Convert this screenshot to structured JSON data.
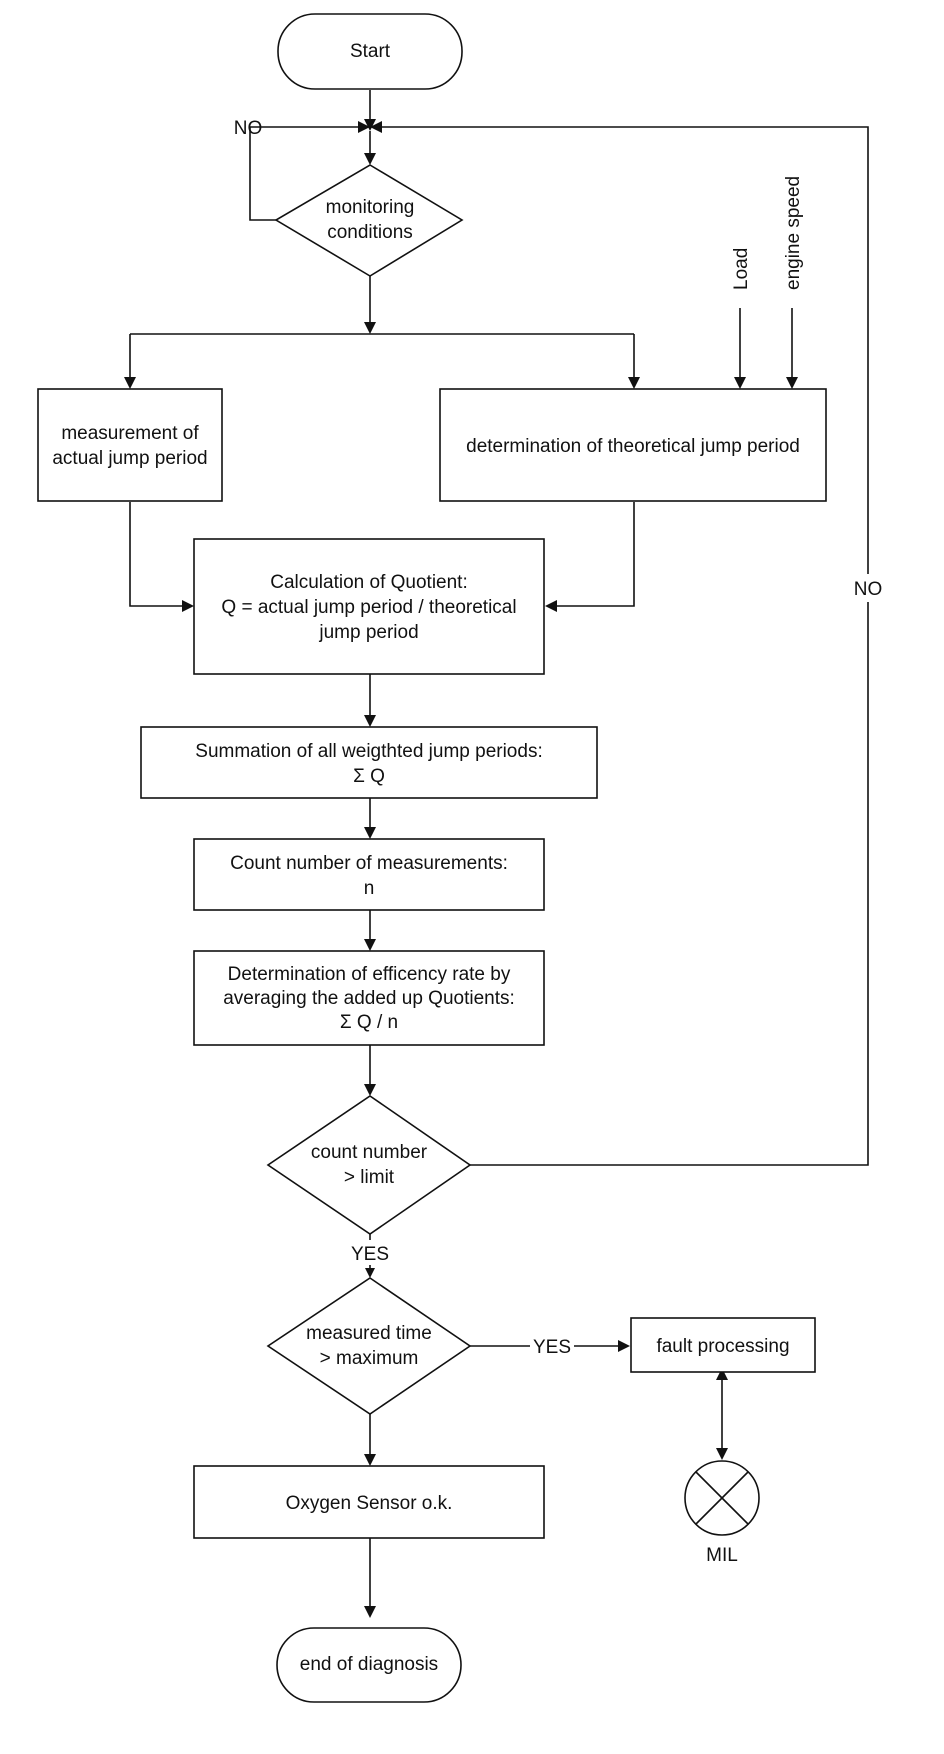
{
  "nodes": {
    "start": "Start",
    "monitoring": [
      "monitoring",
      "conditions"
    ],
    "measurement": [
      "measurement of",
      "actual jump period"
    ],
    "determination_theoretical": "determination of theoretical jump period",
    "calculation": [
      "Calculation of Quotient:",
      "Q = actual jump period / theoretical",
      "jump period"
    ],
    "summation": [
      "Summation of all weigthted jump periods:",
      "Σ Q"
    ],
    "count": [
      "Count number of measurements:",
      "n"
    ],
    "efficiency": [
      "Determination of efficency rate by",
      "averaging the added up Quotients:",
      "Σ Q / n"
    ],
    "count_limit": [
      "count number",
      "> limit"
    ],
    "measured_time": [
      "measured time",
      "> maximum"
    ],
    "fault": "fault processing",
    "oxygen_ok": "Oxygen Sensor o.k.",
    "end": "end of diagnosis",
    "mil": "MIL"
  },
  "inputs": {
    "load": "Load",
    "engine_speed": "engine speed"
  },
  "edge_labels": {
    "no_monitoring": "NO",
    "no_count": "NO",
    "yes_count": "YES",
    "yes_time": "YES"
  }
}
